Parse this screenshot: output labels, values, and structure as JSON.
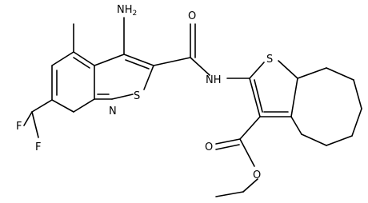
{
  "molecule": {
    "atoms": {
      "nh2": "NH",
      "nh2_sub": "2",
      "amide_o": "O",
      "amide_nh": "NH",
      "thio_s1": "S",
      "pyr_n": "N",
      "thio_s2": "S",
      "ester_o_carbonyl": "O",
      "ester_o_ether": "O",
      "f_top": "F",
      "f_bottom": "F"
    }
  }
}
